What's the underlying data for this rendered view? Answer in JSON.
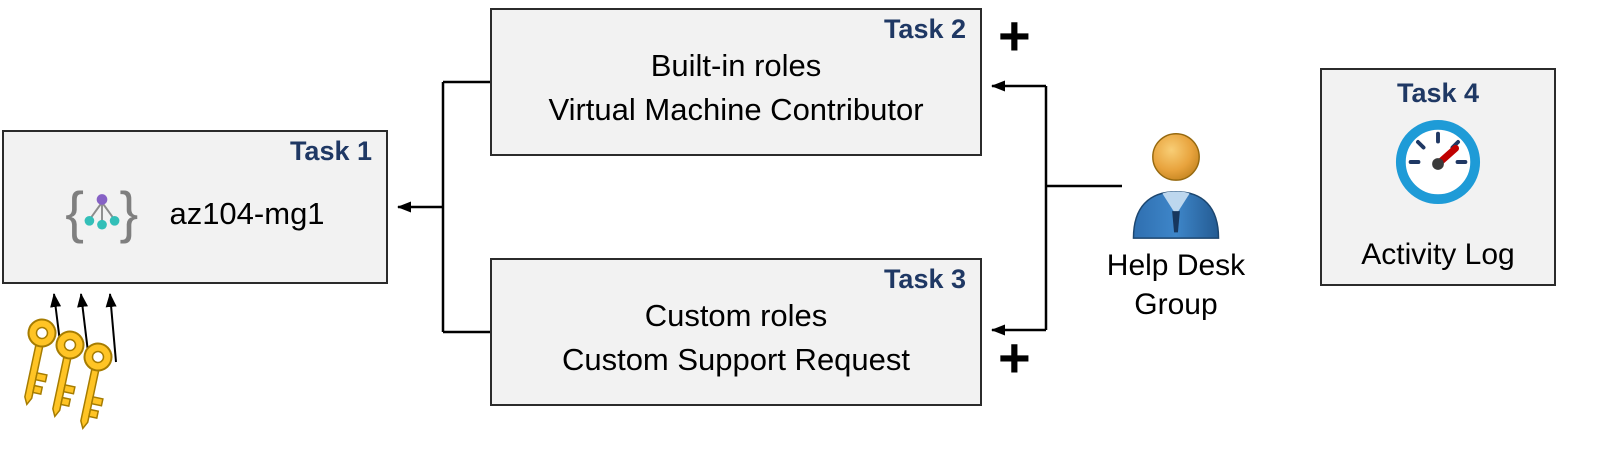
{
  "task1": {
    "label": "Task 1",
    "name": "az104-mg1"
  },
  "task2": {
    "label": "Task 2",
    "line1": "Built-in roles",
    "line2": "Virtual Machine Contributor"
  },
  "task3": {
    "label": "Task 3",
    "line1": "Custom roles",
    "line2": "Custom Support Request"
  },
  "task4": {
    "label": "Task 4",
    "caption": "Activity Log"
  },
  "help_desk_group": {
    "line1": "Help Desk",
    "line2": "Group"
  },
  "annotations": {
    "plus_top": "+",
    "plus_bottom": "+"
  },
  "icons": {
    "task1_icon": "management-group-icon",
    "keys_icon": "key-icons",
    "person_icon": "person-icon",
    "task4_icon": "gauge-speedometer-icon",
    "brace_left": "{",
    "brace_right": "}"
  },
  "colors": {
    "task_label_navy": "#1F3864",
    "box_fill": "#F2F2F2",
    "box_border": "#2B2B2B",
    "connector_black": "#000000",
    "key_gold": "#FFC425",
    "key_outline": "#A67C00",
    "person_body_blue": "#2E75B6",
    "person_head_orange": "#E8A33D",
    "gauge_ring_blue": "#1E9BD7",
    "gauge_needle_red": "#C00000",
    "mg_node_purple": "#8661C5",
    "mg_node_teal": "#33BFB8"
  }
}
